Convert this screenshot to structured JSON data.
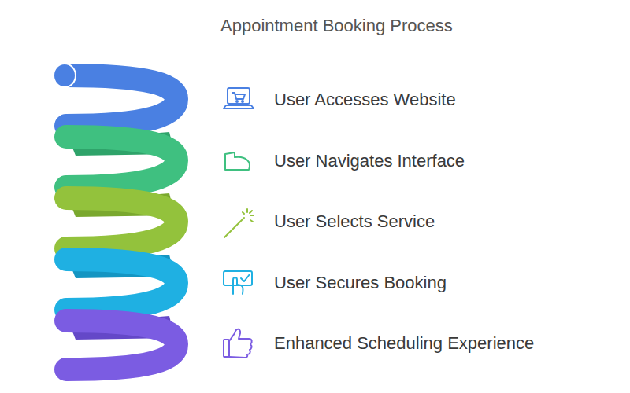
{
  "diagram": {
    "title": "Appointment Booking Process",
    "labels": [
      "User Accesses Website",
      "User Navigates Interface",
      "User Selects Service",
      "User Secures Booking",
      "Enhanced Scheduling Experience"
    ]
  }
}
